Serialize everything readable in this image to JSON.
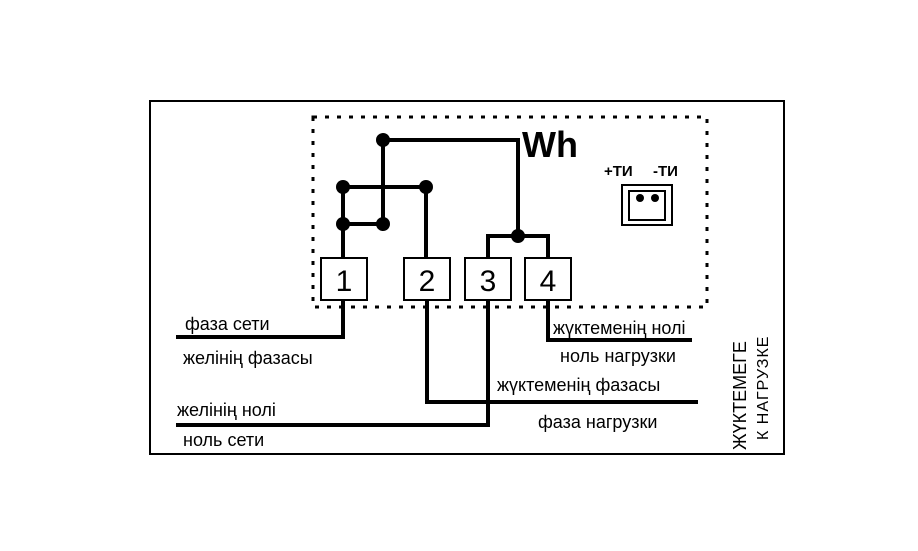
{
  "meter": {
    "title": "Wh",
    "ti_plus": "+ТИ",
    "ti_minus": "-ТИ"
  },
  "terminals": [
    "1",
    "2",
    "3",
    "4"
  ],
  "labels": {
    "phase_network_ru": "фаза сети",
    "phase_network_kz": "желінің фазасы",
    "neutral_network_kz": "желінің нолі",
    "neutral_network_ru": "ноль  сети",
    "neutral_load_kz": "жүктеменің нолі",
    "neutral_load_ru": "ноль  нагрузки",
    "phase_load_kz": "жүктеменің фазасы",
    "phase_load_ru": "фаза нагрузки",
    "to_load_kz": "ЖҮКТЕМЕГЕ",
    "to_load_ru": "К НАГРУЗКЕ"
  }
}
